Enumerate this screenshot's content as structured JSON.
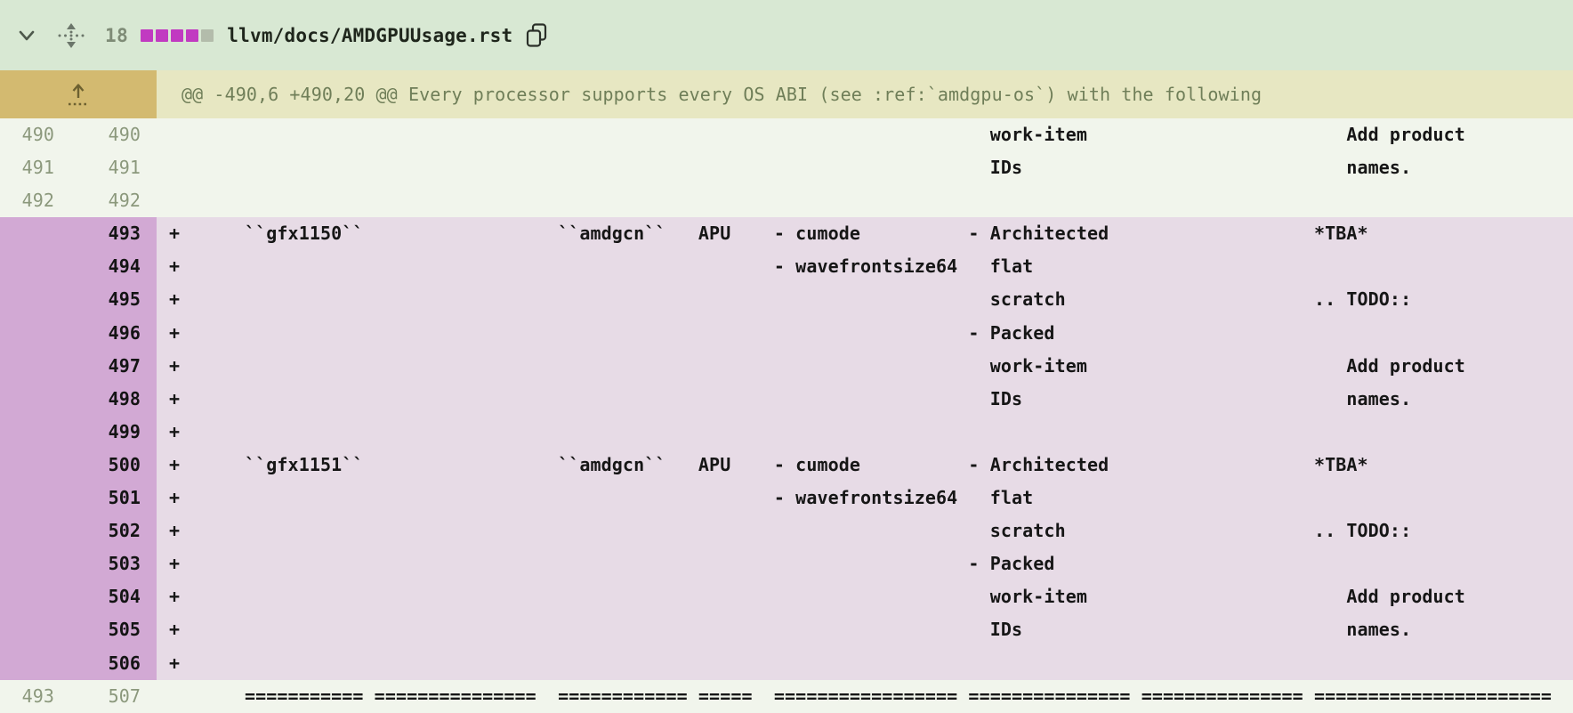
{
  "file_header": {
    "changed_lines_count": "18",
    "stat_blocks": {
      "filled": 4,
      "total": 5
    },
    "path": "llvm/docs/AMDGPUUsage.rst"
  },
  "hunk": {
    "header_text": "@@ -490,6 +490,20 @@ Every processor supports every OS ABI (see :ref:`amdgpu-os`) with the following"
  },
  "colors": {
    "accent_magenta": "#c13ac1",
    "stat_gray": "#b3bcab",
    "header_bg": "#d8e8d3",
    "hunk_gutter_bg": "#d3ba70",
    "hunk_bg": "#e7e7c2",
    "context_bg": "#f1f5ec",
    "added_gutter_bg": "#d2a9d4",
    "added_bg": "#e7dbe6"
  },
  "rows": [
    {
      "old": "490",
      "new": "490",
      "type": "context",
      "marker": "",
      "segments": [
        [
          76,
          "work-item"
        ],
        [
          109,
          "Add product"
        ]
      ]
    },
    {
      "old": "491",
      "new": "491",
      "type": "context",
      "marker": "",
      "segments": [
        [
          76,
          "IDs"
        ],
        [
          109,
          "names."
        ]
      ]
    },
    {
      "old": "492",
      "new": "492",
      "type": "context",
      "marker": "",
      "segments": []
    },
    {
      "old": "",
      "new": "493",
      "type": "added",
      "marker": "+",
      "segments": [
        [
          7,
          "``gfx1150``"
        ],
        [
          36,
          "``amdgcn``"
        ],
        [
          49,
          "APU"
        ],
        [
          56,
          "- cumode"
        ],
        [
          74,
          "- Architected"
        ],
        [
          106,
          "*TBA*"
        ]
      ]
    },
    {
      "old": "",
      "new": "494",
      "type": "added",
      "marker": "+",
      "segments": [
        [
          56,
          "- wavefrontsize64"
        ],
        [
          76,
          "flat"
        ]
      ]
    },
    {
      "old": "",
      "new": "495",
      "type": "added",
      "marker": "+",
      "segments": [
        [
          76,
          "scratch"
        ],
        [
          106,
          ".. TODO::"
        ]
      ]
    },
    {
      "old": "",
      "new": "496",
      "type": "added",
      "marker": "+",
      "segments": [
        [
          74,
          "- Packed"
        ]
      ]
    },
    {
      "old": "",
      "new": "497",
      "type": "added",
      "marker": "+",
      "segments": [
        [
          76,
          "work-item"
        ],
        [
          109,
          "Add product"
        ]
      ]
    },
    {
      "old": "",
      "new": "498",
      "type": "added",
      "marker": "+",
      "segments": [
        [
          76,
          "IDs"
        ],
        [
          109,
          "names."
        ]
      ]
    },
    {
      "old": "",
      "new": "499",
      "type": "added",
      "marker": "+",
      "segments": []
    },
    {
      "old": "",
      "new": "500",
      "type": "added",
      "marker": "+",
      "segments": [
        [
          7,
          "``gfx1151``"
        ],
        [
          36,
          "``amdgcn``"
        ],
        [
          49,
          "APU"
        ],
        [
          56,
          "- cumode"
        ],
        [
          74,
          "- Architected"
        ],
        [
          106,
          "*TBA*"
        ]
      ]
    },
    {
      "old": "",
      "new": "501",
      "type": "added",
      "marker": "+",
      "segments": [
        [
          56,
          "- wavefrontsize64"
        ],
        [
          76,
          "flat"
        ]
      ]
    },
    {
      "old": "",
      "new": "502",
      "type": "added",
      "marker": "+",
      "segments": [
        [
          76,
          "scratch"
        ],
        [
          106,
          ".. TODO::"
        ]
      ]
    },
    {
      "old": "",
      "new": "503",
      "type": "added",
      "marker": "+",
      "segments": [
        [
          74,
          "- Packed"
        ]
      ]
    },
    {
      "old": "",
      "new": "504",
      "type": "added",
      "marker": "+",
      "segments": [
        [
          76,
          "work-item"
        ],
        [
          109,
          "Add product"
        ]
      ]
    },
    {
      "old": "",
      "new": "505",
      "type": "added",
      "marker": "+",
      "segments": [
        [
          76,
          "IDs"
        ],
        [
          109,
          "names."
        ]
      ]
    },
    {
      "old": "",
      "new": "506",
      "type": "added",
      "marker": "+",
      "segments": []
    },
    {
      "old": "493",
      "new": "507",
      "type": "context",
      "marker": "",
      "segments": [
        [
          7,
          "==========="
        ],
        [
          19,
          "==============="
        ],
        [
          36,
          "============"
        ],
        [
          49,
          "====="
        ],
        [
          56,
          "================="
        ],
        [
          74,
          "==============="
        ],
        [
          90,
          "==============="
        ],
        [
          106,
          "======================"
        ]
      ]
    }
  ]
}
